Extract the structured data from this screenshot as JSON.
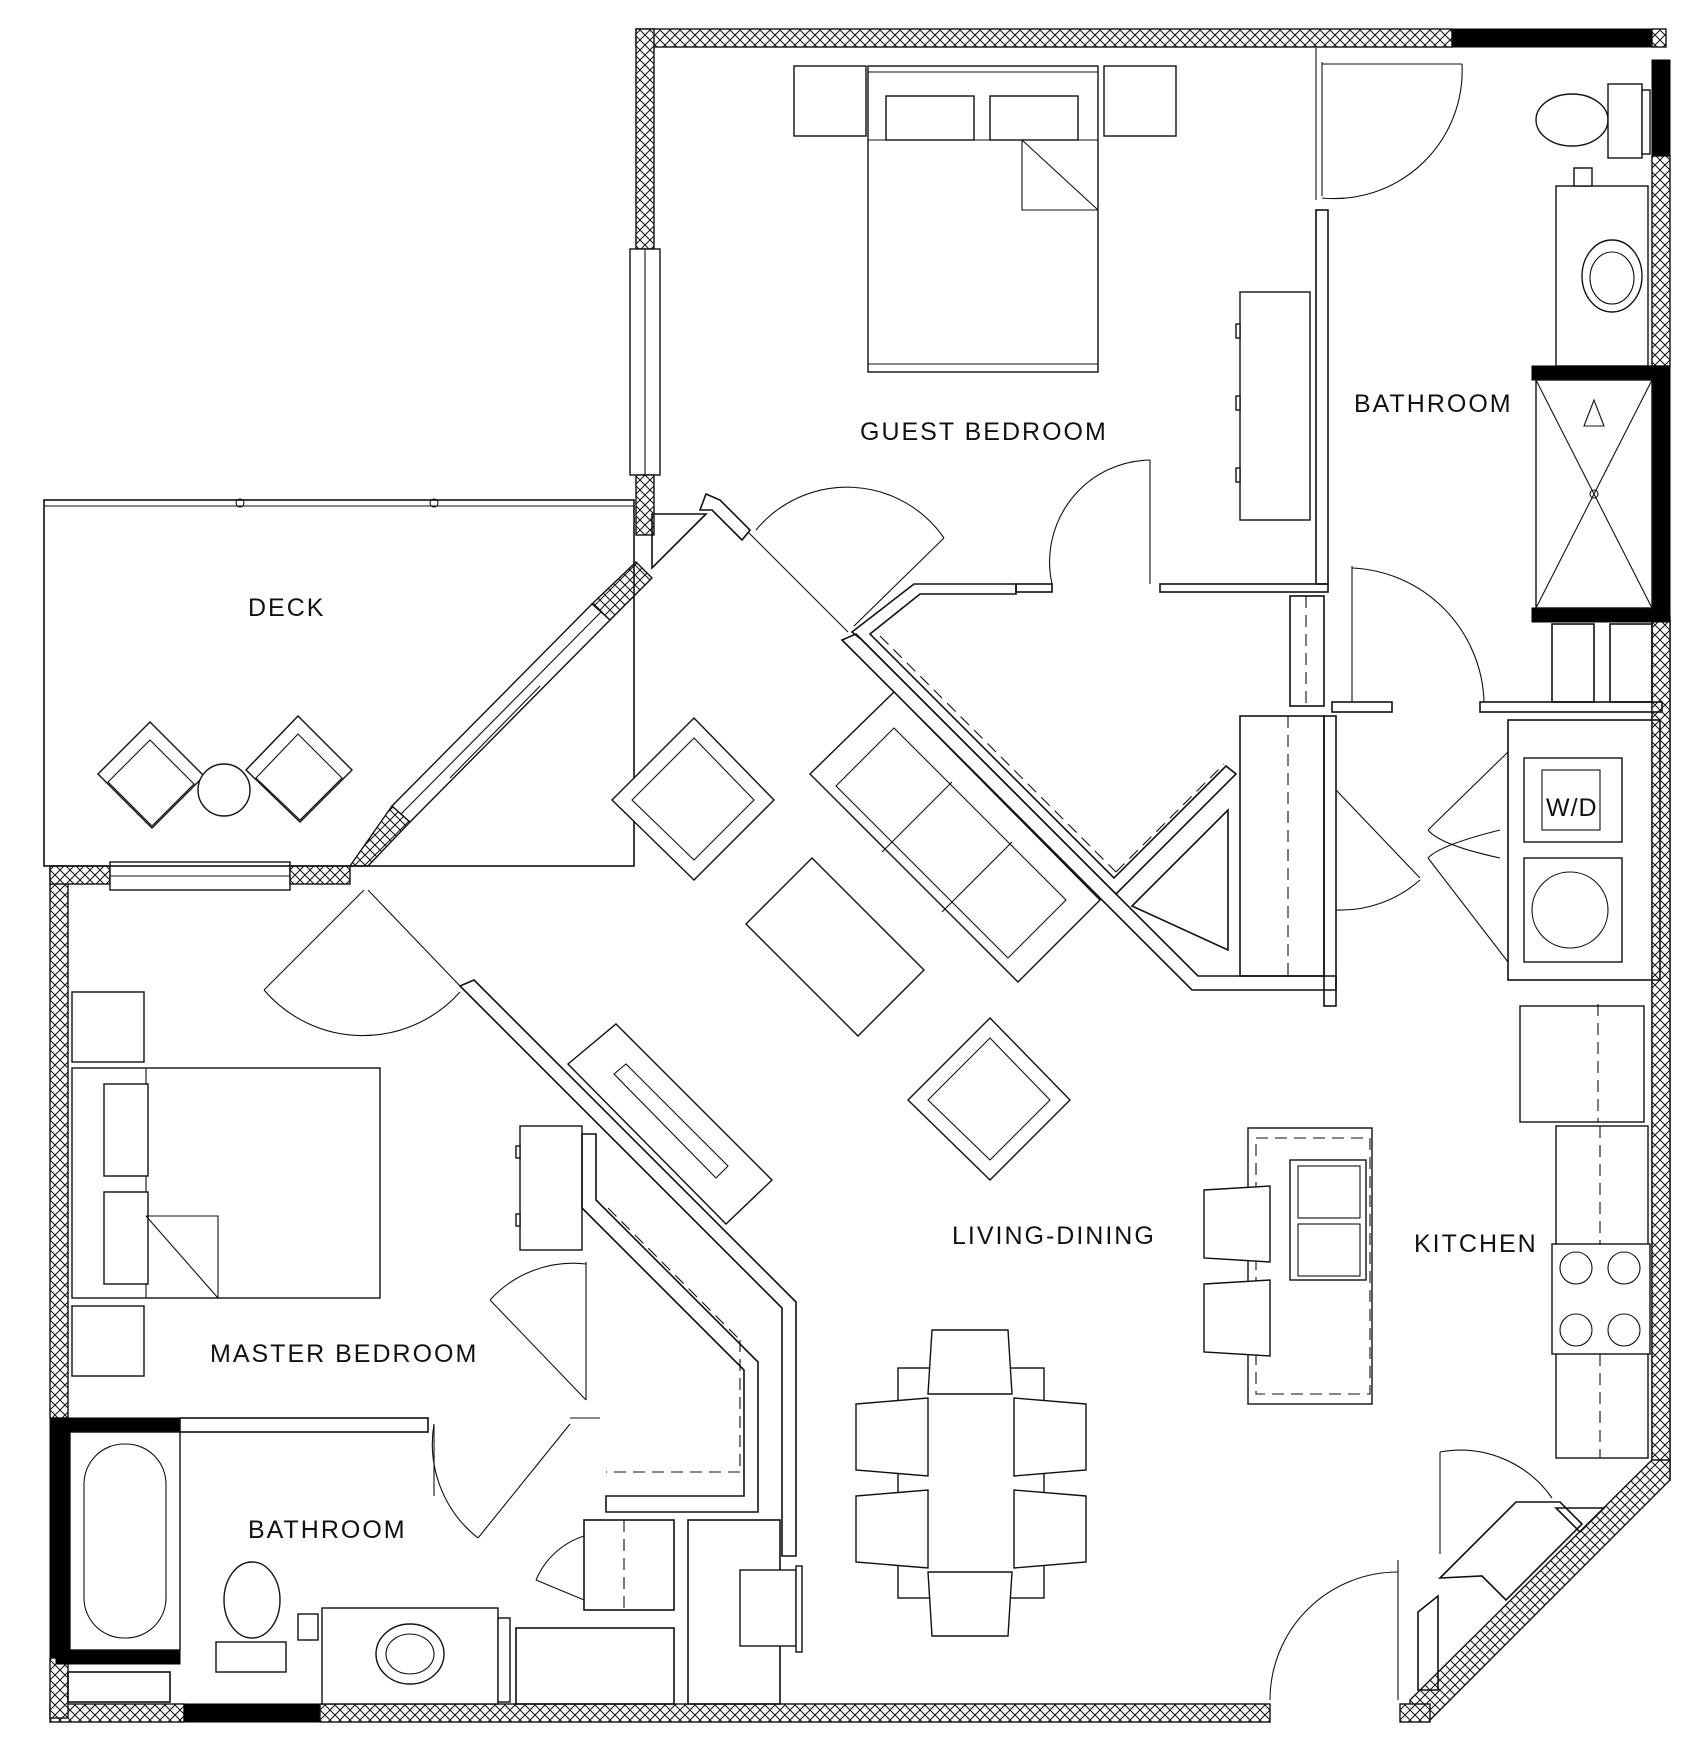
{
  "plan": {
    "rooms": {
      "guest_bedroom": "GUEST BEDROOM",
      "bathroom_upper": "BATHROOM",
      "deck": "DECK",
      "washer_dryer": "W/D",
      "living_dining": "LIVING-DINING",
      "kitchen": "KITCHEN",
      "master_bedroom": "MASTER BEDROOM",
      "bathroom_lower": "BATHROOM"
    }
  }
}
